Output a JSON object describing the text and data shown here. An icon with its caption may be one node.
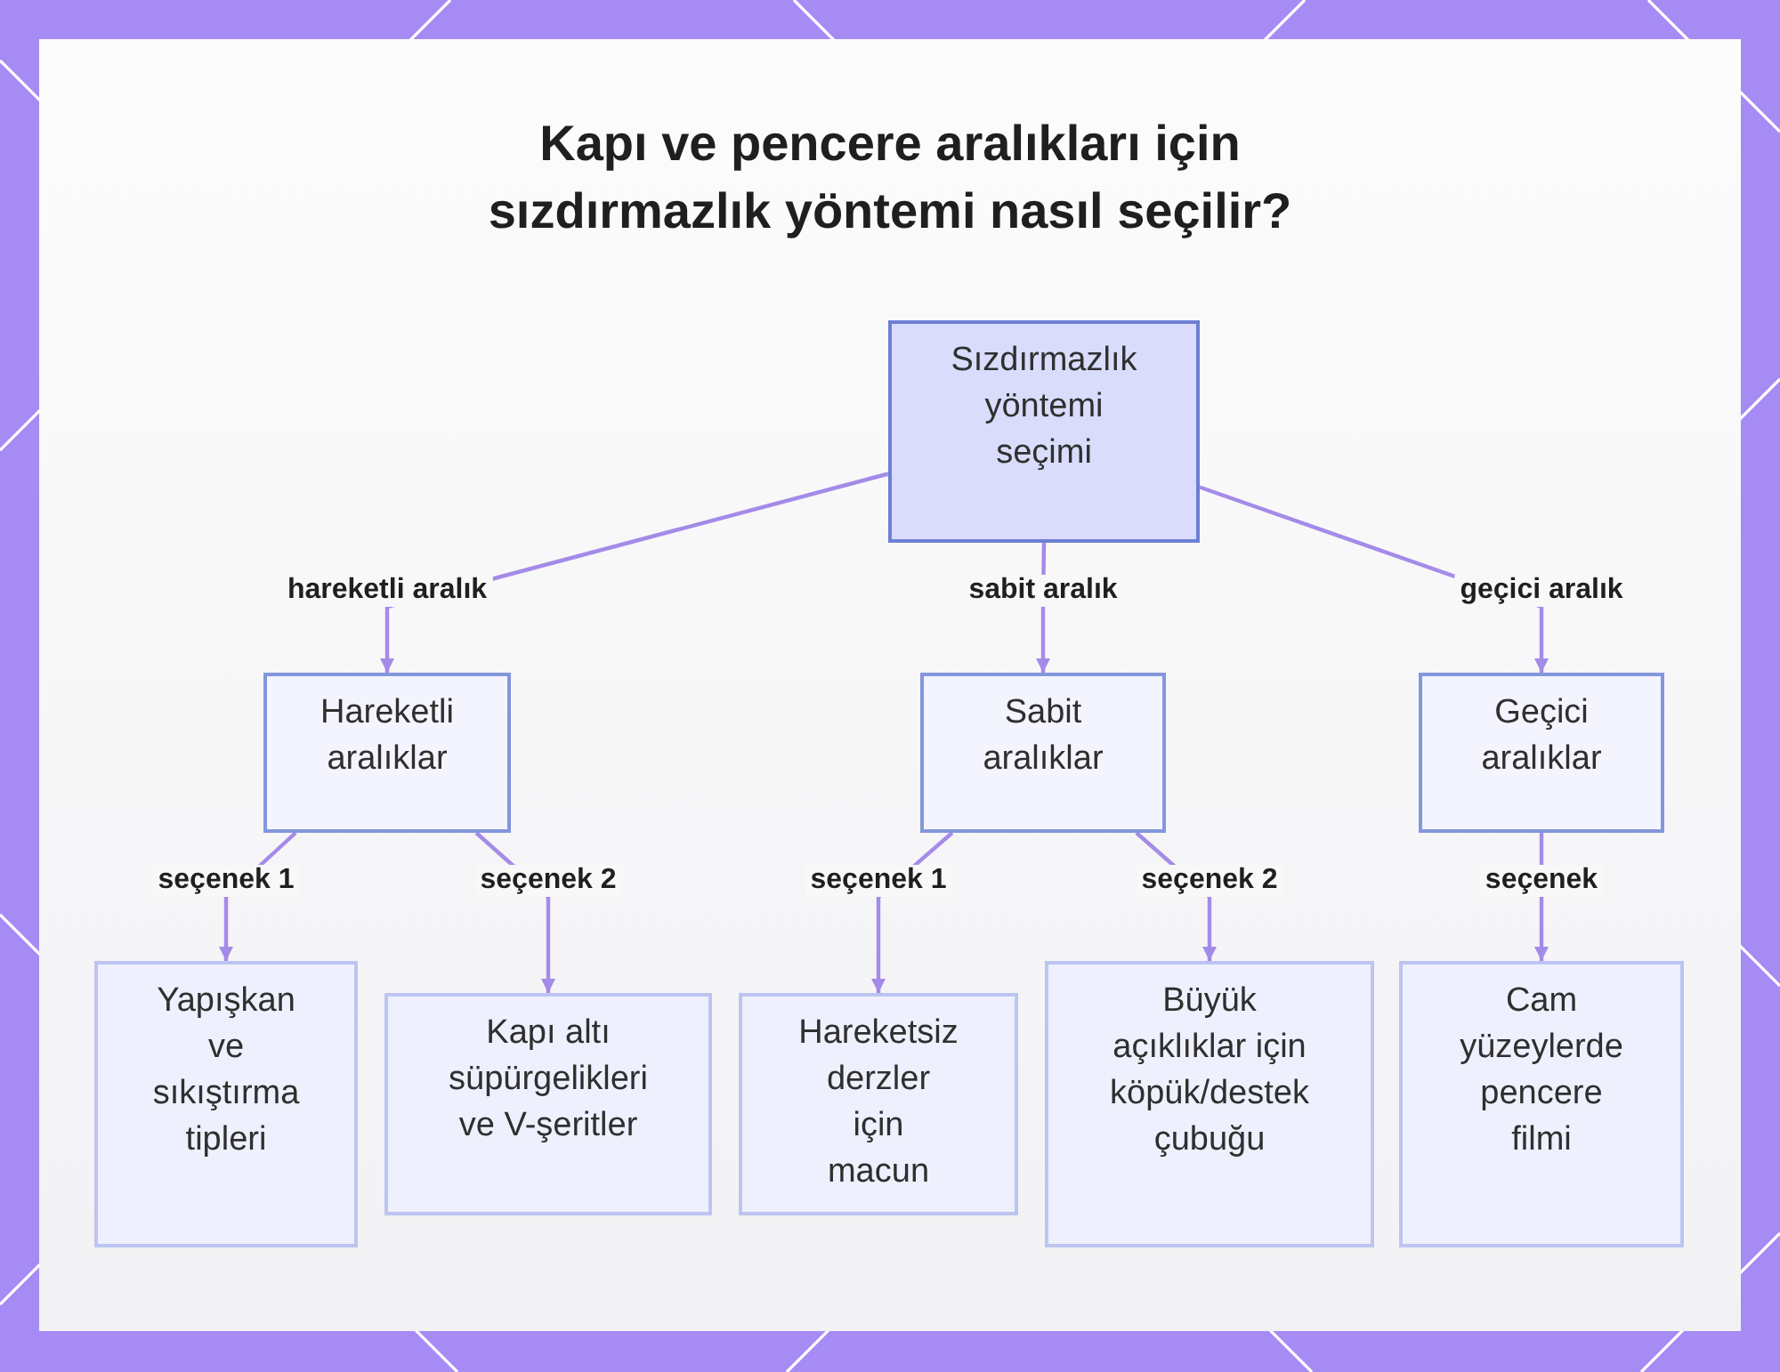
{
  "diagram": {
    "title": "Kapı ve pencere aralıkları için sızdırmazlık yöntemi nasıl seçilir?",
    "nodes": [
      {
        "text": [
          "Sızdırmazlık yöntemi seçimi"
        ]
      },
      {
        "text": [
          "Hareketli aralıklar"
        ]
      },
      {
        "text": [
          "Sabit aralıklar"
        ]
      },
      {
        "text": [
          "Geçici aralıklar"
        ]
      },
      {
        "text": [
          "Yapışkan ve sıkıştırma tipleri"
        ]
      },
      {
        "text": [
          "Kapı altı süpürgelikleri ve V-şeritler"
        ]
      },
      {
        "text": [
          "Hareketsiz derzler için macun"
        ]
      },
      {
        "text": [
          "Büyük açıklıklar için köpük/destek çubuğu"
        ]
      },
      {
        "text": [
          "Cam yüzeylerde pencere filmi"
        ]
      }
    ],
    "edges": [
      {
        "from": 0,
        "to": 1,
        "arrow": "to",
        "label": "hareketli aralık"
      },
      {
        "from": 0,
        "to": 2,
        "arrow": "to",
        "label": "sabit aralık"
      },
      {
        "from": 0,
        "to": 3,
        "arrow": "to",
        "label": "geçici aralık"
      },
      {
        "from": 1,
        "to": 4,
        "arrow": "to",
        "label": "seçenek 1"
      },
      {
        "from": 1,
        "to": 5,
        "arrow": "to",
        "label": "seçenek 2"
      },
      {
        "from": 2,
        "to": 6,
        "arrow": "to",
        "label": "seçenek 1"
      },
      {
        "from": 2,
        "to": 7,
        "arrow": "to",
        "label": "seçenek 2"
      },
      {
        "from": 3,
        "to": 8,
        "arrow": "to",
        "label": "seçenek"
      }
    ]
  }
}
